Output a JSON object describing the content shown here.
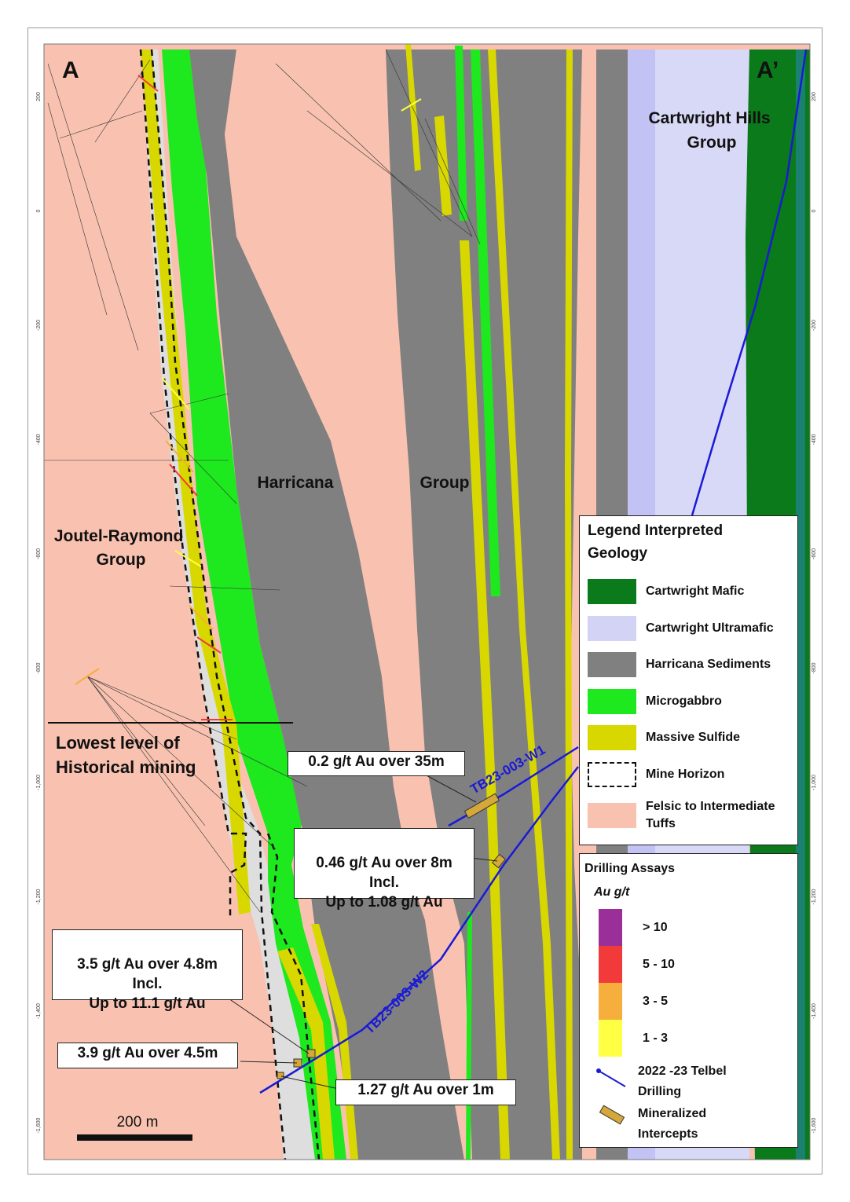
{
  "section": {
    "start_label": "A",
    "end_label": "A’"
  },
  "units": {
    "joutel": "Joutel-Raymond\nGroup",
    "harricana_word1": "Harricana",
    "harricana_word2": "Group",
    "cartwright": "Cartwright Hills\nGroup"
  },
  "mining_note": "Lowest level of\nHistorical mining",
  "elevation_ticks_left": [
    "200",
    "0",
    "-200",
    "-400",
    "-600",
    "-800",
    "-1,000",
    "-1,200",
    "-1,400",
    "-1,600"
  ],
  "elevation_ticks_right": [
    "200",
    "0",
    "-200",
    "-400",
    "-600",
    "-800",
    "-1,000",
    "-1,200",
    "-1,400",
    "-1,600"
  ],
  "drill_holes": [
    {
      "id": "TB23-003-W1",
      "color": "#1a1ad6"
    },
    {
      "id": "TB23-003-W2",
      "color": "#1a1ad6"
    }
  ],
  "callouts": [
    {
      "text": "0.2 g/t Au over 35m"
    },
    {
      "text": "0.46 g/t Au over 8m\nIncl.\nUp to 1.08 g/t Au"
    },
    {
      "text": "3.5 g/t Au over 4.8m\nIncl.\nUp to 11.1 g/t Au"
    },
    {
      "text": "3.9 g/t Au over 4.5m"
    },
    {
      "text": "1.27 g/t Au over 1m"
    }
  ],
  "scale_bar": {
    "label": "200 m"
  },
  "legend": {
    "title": "Legend Interpreted\nGeology",
    "items": [
      {
        "label": "Cartwright Mafic",
        "color": "#0a7a1a"
      },
      {
        "label": "Cartwright Ultramafic",
        "color": "#d3d3f5"
      },
      {
        "label": "Harricana Sediments",
        "color": "#808080"
      },
      {
        "label": "Microgabbro",
        "color": "#1ee81e"
      },
      {
        "label": "Massive Sulfide",
        "color": "#d8d800"
      },
      {
        "label": "Mine Horizon",
        "color": "#ffffff",
        "style": "dashed"
      },
      {
        "label": "Felsic to Intermediate\nTuffs",
        "color": "#f9c2b0"
      }
    ]
  },
  "assays": {
    "title": "Drilling Assays",
    "subtitle": "Au g/t",
    "classes": [
      {
        "label": "> 10",
        "color": "#9a2f9a"
      },
      {
        "label": "5 - 10",
        "color": "#f23a3a"
      },
      {
        "label": "3 - 5",
        "color": "#f6ae3c"
      },
      {
        "label": "1 - 3",
        "color": "#ffff44"
      }
    ],
    "drilling_label": "2022 -23 Telbel\nDrilling",
    "intercept_label": "Mineralized\nIntercepts"
  },
  "colors": {
    "felsic": "#f9c2b0",
    "sediment": "#808080",
    "microgabbro": "#1ee81e",
    "sulfide": "#d8d800",
    "ultramafic": "#d3d3f5",
    "mafic": "#0a7a1a",
    "drill": "#1a1ad6"
  }
}
